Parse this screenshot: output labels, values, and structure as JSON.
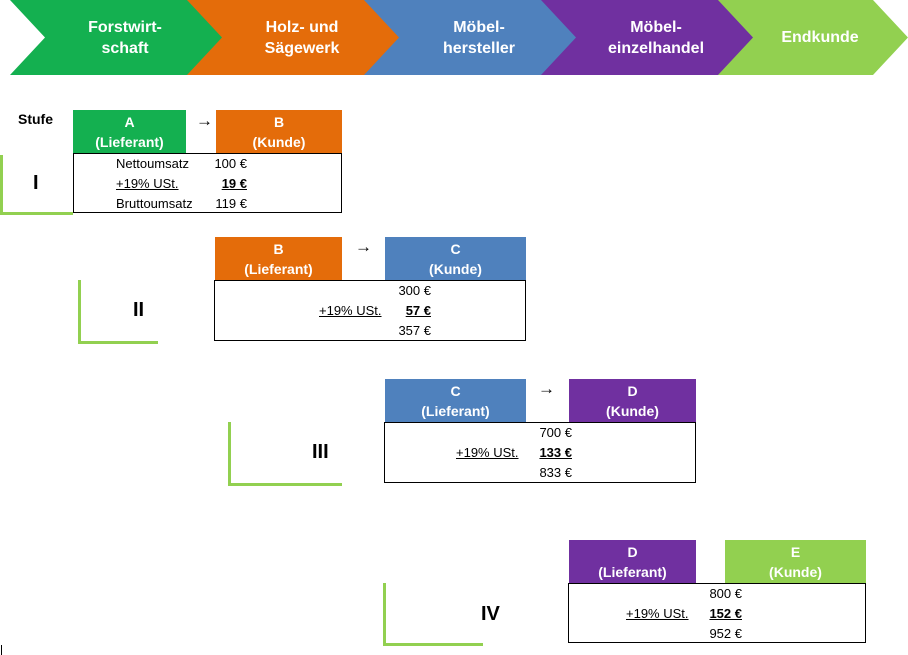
{
  "chain": [
    {
      "label": "Forstwirt-\nschaft",
      "color": "#14b050"
    },
    {
      "label": "Holz- und\nSägewerk",
      "color": "#e46c0a"
    },
    {
      "label": "Möbel-\nhersteller",
      "color": "#4f81bd"
    },
    {
      "label": "Möbel-\neinzelhandel",
      "color": "#7030a0"
    },
    {
      "label": "Endkunde",
      "color": "#92d050"
    }
  ],
  "stufe_label": "Stufe",
  "arrow": "→",
  "stages": [
    {
      "roman": "I",
      "supplier": {
        "letter": "A",
        "role": "(Lieferant)"
      },
      "customer": {
        "letter": "B",
        "role": "(Kunde)"
      },
      "net_label": "Nettoumsatz",
      "net": "100 €",
      "vat_label": "+19% USt.",
      "vat": "19 €",
      "gross_label": "Bruttoumsatz",
      "gross": "119 €"
    },
    {
      "roman": "II",
      "supplier": {
        "letter": "B",
        "role": "(Lieferant)"
      },
      "customer": {
        "letter": "C",
        "role": "(Kunde)"
      },
      "net": "300 €",
      "vat_label": "+19% USt.",
      "vat": "57 €",
      "gross": "357 €"
    },
    {
      "roman": "III",
      "supplier": {
        "letter": "C",
        "role": "(Lieferant)"
      },
      "customer": {
        "letter": "D",
        "role": "(Kunde)"
      },
      "net": "700 €",
      "vat_label": "+19% USt.",
      "vat": "133 €",
      "gross": "833 €"
    },
    {
      "roman": "IV",
      "supplier": {
        "letter": "D",
        "role": "(Lieferant)"
      },
      "customer": {
        "letter": "E",
        "role": "(Kunde)"
      },
      "net": "800 €",
      "vat_label": "+19% USt.",
      "vat": "152 €",
      "gross": "952 €"
    }
  ]
}
